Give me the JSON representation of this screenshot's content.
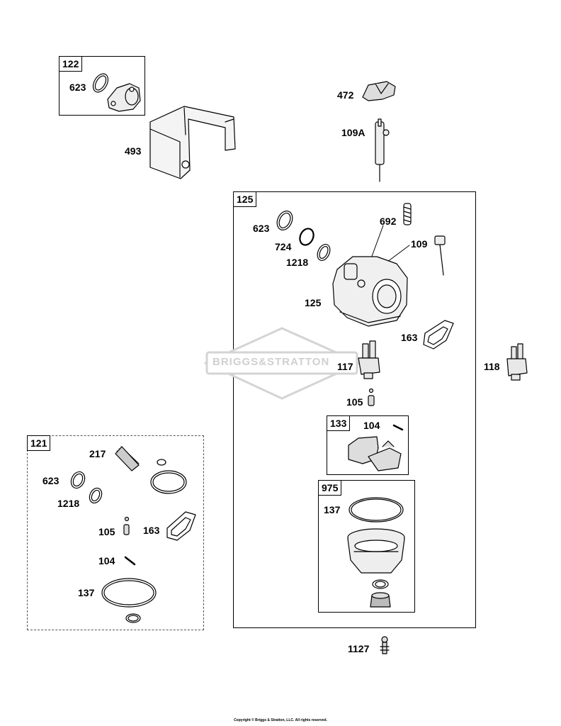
{
  "groups": {
    "g122": "122",
    "g125": "125",
    "g121": "121",
    "g133": "133",
    "g975": "975"
  },
  "callouts": {
    "p623_a": "623",
    "p493": "493",
    "p472": "472",
    "p109A": "109A",
    "p623_b": "623",
    "p724": "724",
    "p1218_b": "1218",
    "p692": "692",
    "p109": "109",
    "p125": "125",
    "p163_b": "163",
    "p117": "117",
    "p118": "118",
    "p105_b": "105",
    "p104_b": "104",
    "p137_b": "137",
    "p217": "217",
    "p623_c": "623",
    "p1218_c": "1218",
    "p105_c": "105",
    "p163_c": "163",
    "p104_c": "104",
    "p137_c": "137",
    "p1127": "1127"
  },
  "watermark": "BRIGGS&STRATTON",
  "footer": "Copyright © Briggs & Stratton, LLC. All rights reserved."
}
